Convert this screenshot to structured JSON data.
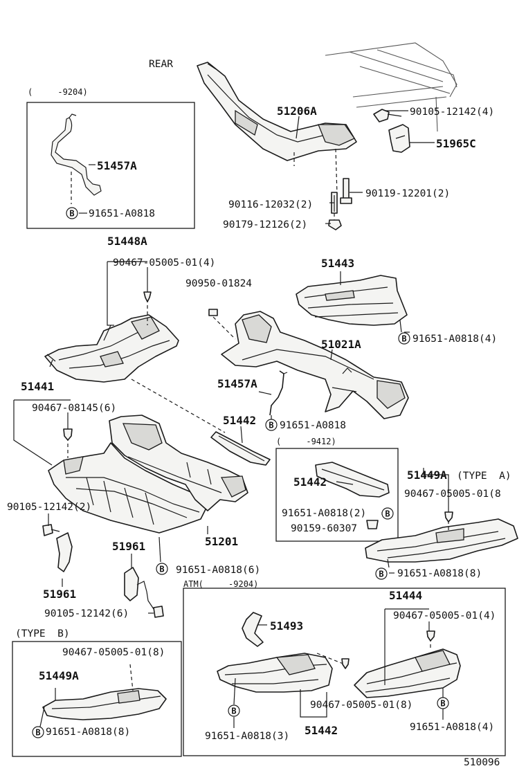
{
  "labels": {
    "rear": "REAR",
    "p_51206A": "51206A",
    "p_90105_12142_4": "90105-12142(4)",
    "p_51965C": "51965C",
    "p_90119_12201": "90119-12201(2)",
    "p_90116_12032": "90116-12032(2)",
    "p_90179_12126": "90179-12126(2)",
    "box1_date": "(     -9204)",
    "p_51457A_box": "51457A",
    "p_91651_box1": "91651-A0818",
    "p_51448A": "51448A",
    "p_90467_05005_01_4a": "90467-05005-01(4)",
    "p_90950_01824": "90950-01824",
    "p_51443": "51443",
    "p_91651_4a": "91651-A0818(4)",
    "p_51021A": "51021A",
    "p_51457A": "51457A",
    "p_91651_mid": "91651-A0818",
    "p_51441": "51441",
    "p_90467_08145_6": "90467-08145(6)",
    "p_51442_mid": "51442",
    "box2_date": "(     -9412)",
    "p_51442_box": "51442",
    "p_91651_2": "91651-A0818(2)",
    "p_90159_60307": "90159-60307",
    "p_51449A_a": "51449A",
    "type_a": "(TYPE  A)",
    "p_90467_05005_01_8a": "90467-05005-01(8",
    "p_91651_8a": "91651-A0818(8)",
    "p_90105_12142_2": "90105-12142(2)",
    "p_51201": "51201",
    "p_51961_a": "51961",
    "p_51961_b": "51961",
    "p_91651_6": "91651-A0818(6)",
    "atm_date": "ATM(     -9204)",
    "p_90105_12142_6": "90105-12142(6)",
    "type_b": "(TYPE  B)",
    "p_90467_05005_01_8b": "90467-05005-01(8)",
    "p_51449A_b": "51449A",
    "p_91651_8b": "91651-A0818(8)",
    "p_51493": "51493",
    "p_51444": "51444",
    "p_90467_05005_01_4b": "90467-05005-01(4)",
    "p_90467_05005_01_8c": "90467-05005-01(8)",
    "p_91651_3": "91651-A0818(3)",
    "p_51442_atm": "51442",
    "p_91651_4b": "91651-A0818(4)",
    "ref_code": "510096",
    "b_marker": "B"
  }
}
